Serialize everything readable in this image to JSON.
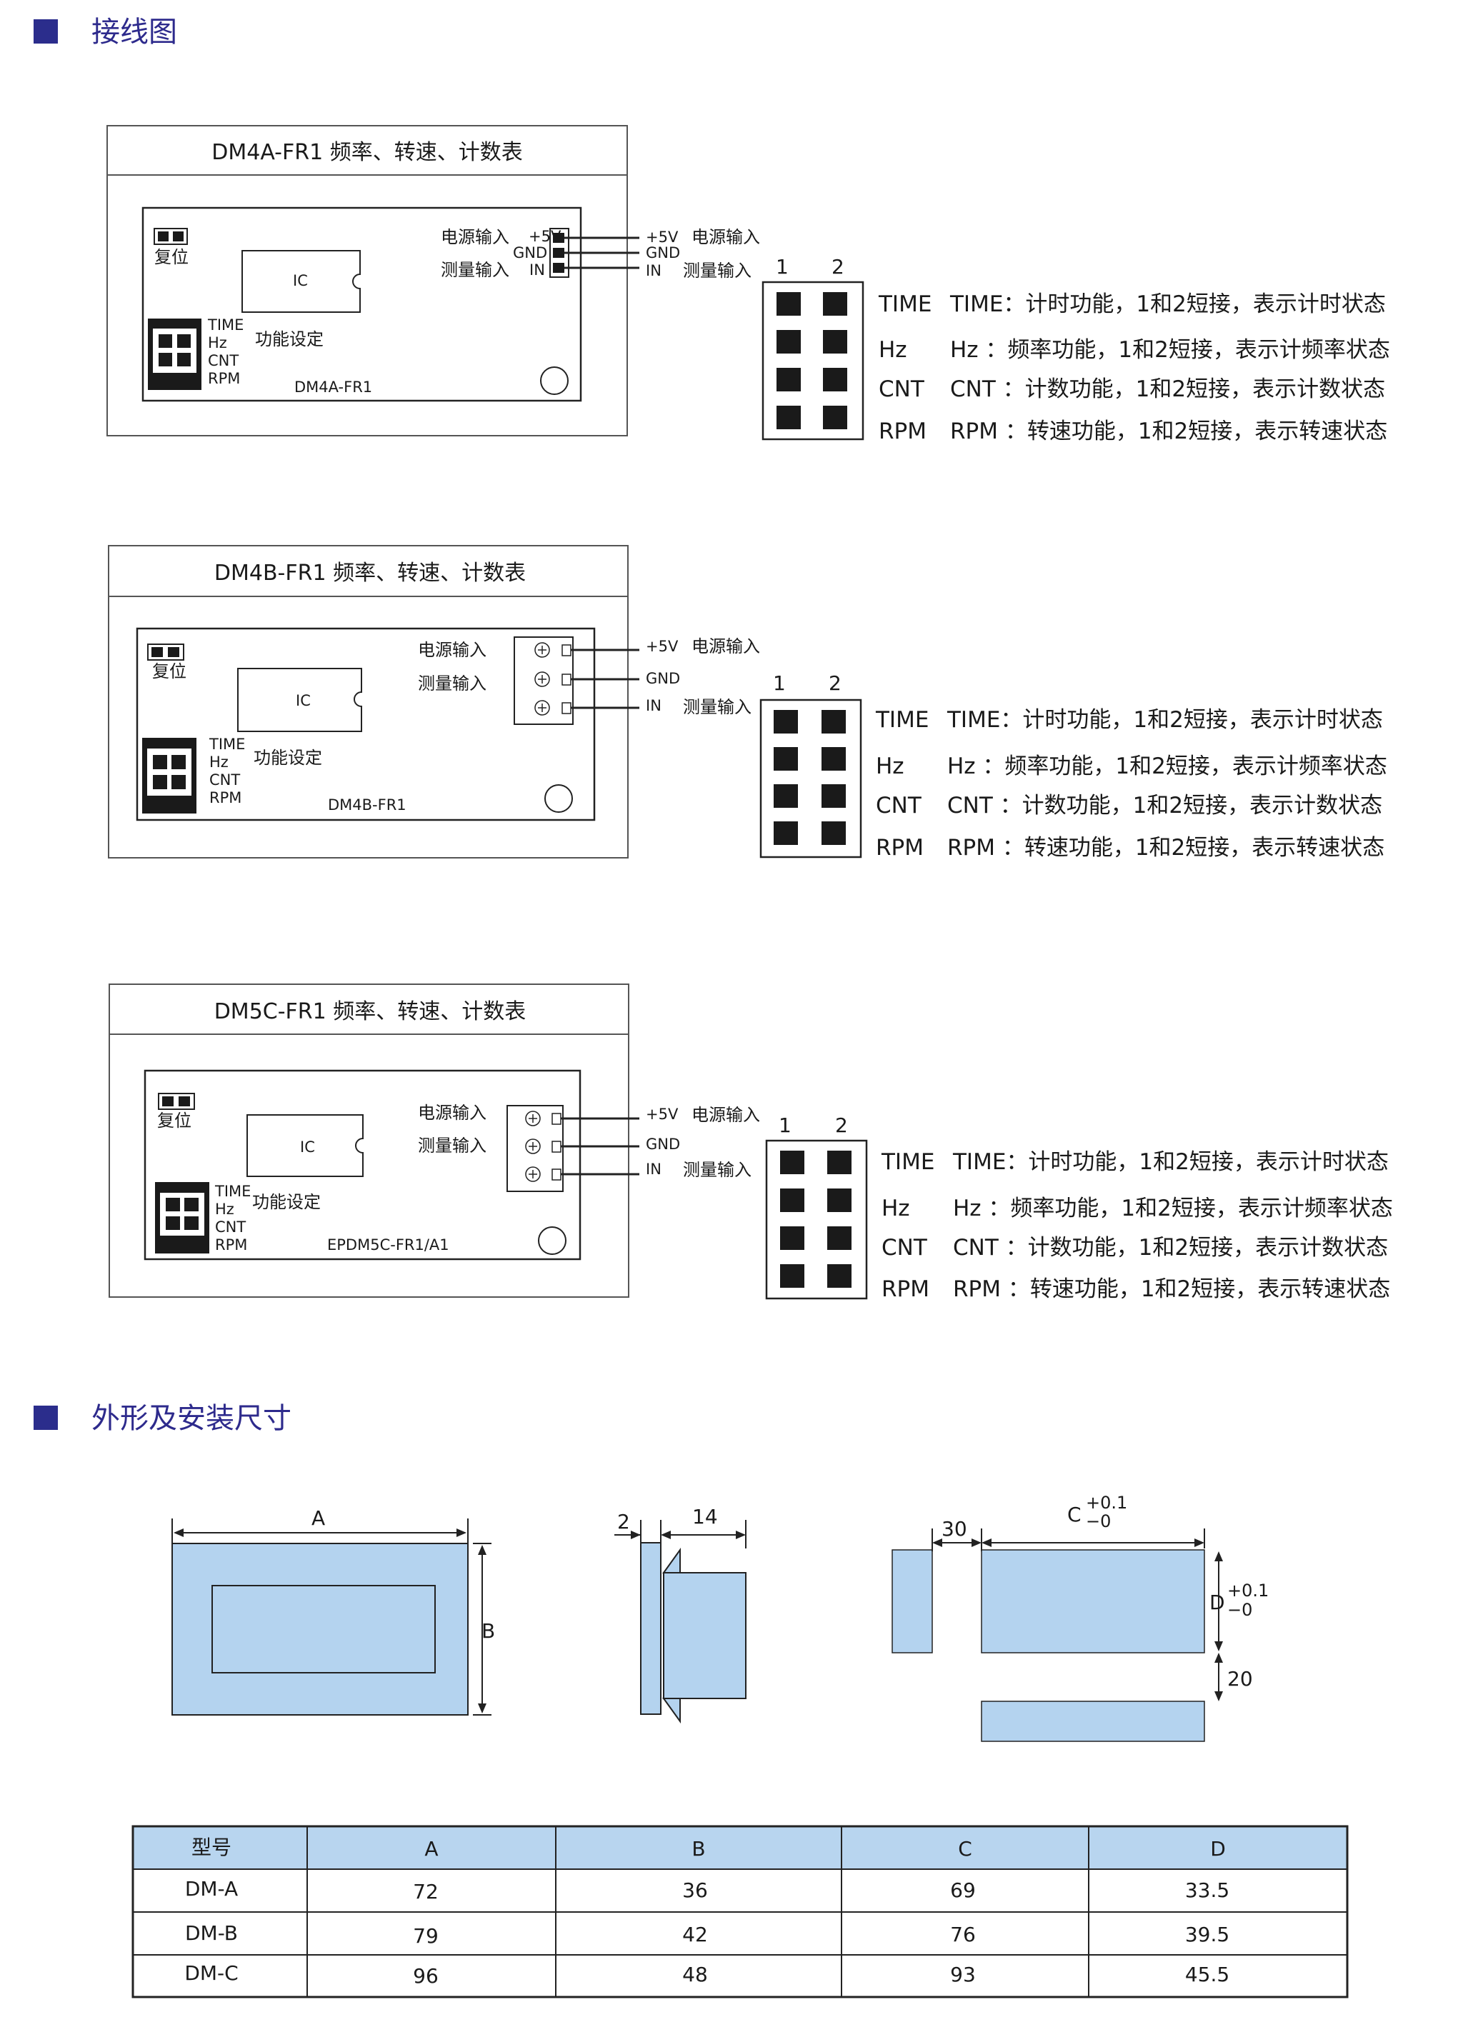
{
  "sections": {
    "wiring": {
      "title": "接线图"
    },
    "dimensions": {
      "title": "外形及安装尺寸"
    }
  },
  "colors": {
    "heading_marker": "#2b2d8c",
    "panel_fill": "#b4d3ef",
    "table_header_fill": "#b8d5ef",
    "pad_fill": "#1a1a1a"
  },
  "boards": [
    {
      "title": "DM4A-FR1 频率、转速、计数表",
      "board_label": "DM4A-FR1",
      "reset_label": "复位",
      "ic_label": "IC",
      "func_label": "功能设定",
      "func_modes": [
        "TIME",
        "Hz",
        "CNT",
        "RPM"
      ],
      "power_label": "电源输入",
      "measure_label": "测量输入",
      "pin_labels": [
        "+5V",
        "GND",
        "IN"
      ],
      "wire_labels": [
        {
          "pin": "+5V",
          "desc": "电源输入"
        },
        {
          "pin": "GND",
          "desc": ""
        },
        {
          "pin": "IN",
          "desc": "测量输入"
        }
      ],
      "jumper_cols": [
        "1",
        "2"
      ],
      "legend": [
        {
          "mode": "TIME",
          "text": "TIME：计时功能，1和2短接，表示计时状态"
        },
        {
          "mode": "Hz",
          "text": "Hz  ：频率功能，1和2短接，表示计频率状态"
        },
        {
          "mode": "CNT",
          "text": "CNT ：计数功能，1和2短接，表示计数状态"
        },
        {
          "mode": "RPM",
          "text": "RPM ：转速功能，1和2短接，表示转速状态"
        }
      ]
    },
    {
      "title": "DM4B-FR1 频率、转速、计数表",
      "board_label": "DM4B-FR1",
      "reset_label": "复位",
      "ic_label": "IC",
      "func_label": "功能设定",
      "func_modes": [
        "TIME",
        "Hz",
        "CNT",
        "RPM"
      ],
      "power_label": "电源输入",
      "measure_label": "测量输入",
      "wire_labels": [
        {
          "pin": "+5V",
          "desc": "电源输入"
        },
        {
          "pin": "GND",
          "desc": ""
        },
        {
          "pin": "IN",
          "desc": "测量输入"
        }
      ],
      "jumper_cols": [
        "1",
        "2"
      ],
      "legend": [
        {
          "mode": "TIME",
          "text": "TIME：计时功能，1和2短接，表示计时状态"
        },
        {
          "mode": "Hz",
          "text": "Hz  ：频率功能，1和2短接，表示计频率状态"
        },
        {
          "mode": "CNT",
          "text": "CNT ：计数功能，1和2短接，表示计数状态"
        },
        {
          "mode": "RPM",
          "text": "RPM ：转速功能，1和2短接，表示转速状态"
        }
      ]
    },
    {
      "title": "DM5C-FR1 频率、转速、计数表",
      "board_label": "EPDM5C-FR1/A1",
      "reset_label": "复位",
      "ic_label": "IC",
      "func_label": "功能设定",
      "func_modes": [
        "TIME",
        "Hz",
        "CNT",
        "RPM"
      ],
      "power_label": "电源输入",
      "measure_label": "测量输入",
      "wire_labels": [
        {
          "pin": "+5V",
          "desc": "电源输入"
        },
        {
          "pin": "GND",
          "desc": ""
        },
        {
          "pin": "IN",
          "desc": "测量输入"
        }
      ],
      "jumper_cols": [
        "1",
        "2"
      ],
      "legend": [
        {
          "mode": "TIME",
          "text": "TIME：计时功能，1和2短接，表示计时状态"
        },
        {
          "mode": "Hz",
          "text": "Hz  ：频率功能，1和2短接，表示计频率状态"
        },
        {
          "mode": "CNT",
          "text": "CNT ：计数功能，1和2短接，表示计数状态"
        },
        {
          "mode": "RPM",
          "text": "RPM ：转速功能，1和2短接，表示转速状态"
        }
      ]
    }
  ],
  "dim_labels": {
    "front_width": "A",
    "front_height": "B",
    "side_front": "2",
    "side_depth": "14",
    "gap": "30",
    "cutout_width": "C",
    "cutout_height": "D",
    "tol_plus": "+0.1",
    "tol_minus": "−0",
    "spacing": "20"
  },
  "table": {
    "headers": [
      "型号",
      "A",
      "B",
      "C",
      "D"
    ],
    "rows": [
      [
        "DM-A",
        "72",
        "36",
        "69",
        "33.5"
      ],
      [
        "DM-B",
        "79",
        "42",
        "76",
        "39.5"
      ],
      [
        "DM-C",
        "96",
        "48",
        "93",
        "45.5"
      ]
    ]
  }
}
